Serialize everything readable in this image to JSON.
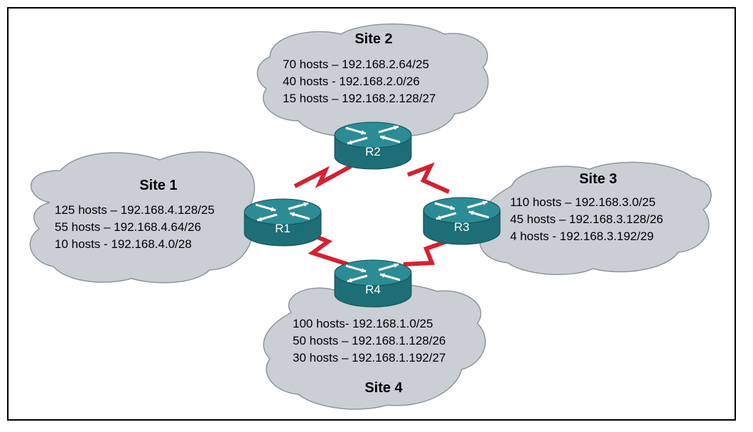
{
  "colors": {
    "cloud_fill": "#c9cfd5",
    "cloud_stroke": "#8e959c",
    "link": "#d6202f",
    "router_top": "#2b8c95",
    "router_side": "#1d6e76",
    "router_arrows": "#ffffff",
    "frame": "#000000"
  },
  "sites": [
    {
      "title": "Site 1",
      "lines": [
        "125 hosts – 192.168.4.128/25",
        "55 hosts – 192.168.4.64/26",
        "10 hosts - 192.168.4.0/28"
      ]
    },
    {
      "title": "Site 2",
      "lines": [
        "70 hosts – 192.168.2.64/25",
        "40 hosts - 192.168.2.0/26",
        "15 hosts – 192.168.2.128/27"
      ]
    },
    {
      "title": "Site 3",
      "lines": [
        "110 hosts – 192.168.3.0/25",
        "45 hosts – 192.168.3.128/26",
        "4 hosts - 192.168.3.192/29"
      ]
    },
    {
      "title": "Site 4",
      "lines": [
        "100 hosts- 192.168.1.0/25",
        "50 hosts – 192.168.1.128/26",
        "30 hosts – 192.168.1.192/27"
      ]
    }
  ],
  "routers": [
    {
      "label": "R1",
      "icon": "router-icon"
    },
    {
      "label": "R2",
      "icon": "router-icon"
    },
    {
      "label": "R3",
      "icon": "router-icon"
    },
    {
      "label": "R4",
      "icon": "router-icon"
    }
  ],
  "links": [
    {
      "from": "R1",
      "to": "R2",
      "type": "serial"
    },
    {
      "from": "R2",
      "to": "R3",
      "type": "serial"
    },
    {
      "from": "R3",
      "to": "R4",
      "type": "serial"
    },
    {
      "from": "R4",
      "to": "R1",
      "type": "serial"
    }
  ]
}
